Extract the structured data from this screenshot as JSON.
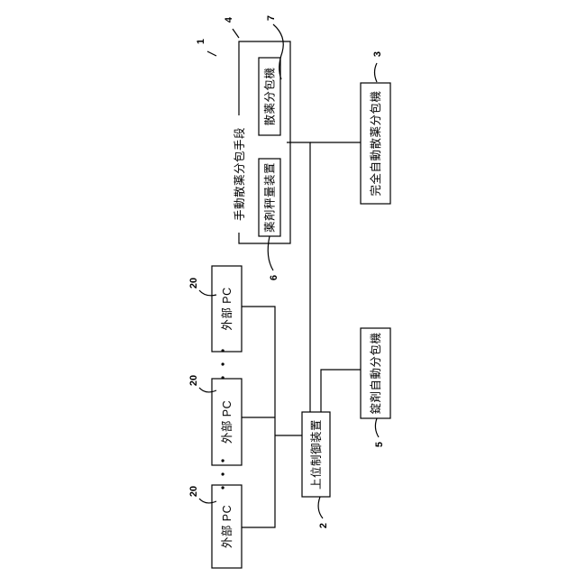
{
  "ref_numbers": {
    "system": "1",
    "host_controller": "2",
    "full_auto_packager": "3",
    "manual_unit": "4",
    "tablet_packager": "5",
    "weighing_device": "6",
    "powder_packager": "7",
    "external_pc": "20"
  },
  "labels": {
    "host_controller": "上位制御装置",
    "full_auto_packager": "完全自動散薬分包機",
    "manual_unit": "手動散薬分包手段",
    "tablet_packager": "錠剤自動分包機",
    "weighing_device": "薬剤秤量装置",
    "powder_packager": "散薬分包機",
    "external_pc": "外部 PC",
    "ellipsis": "・・・"
  }
}
